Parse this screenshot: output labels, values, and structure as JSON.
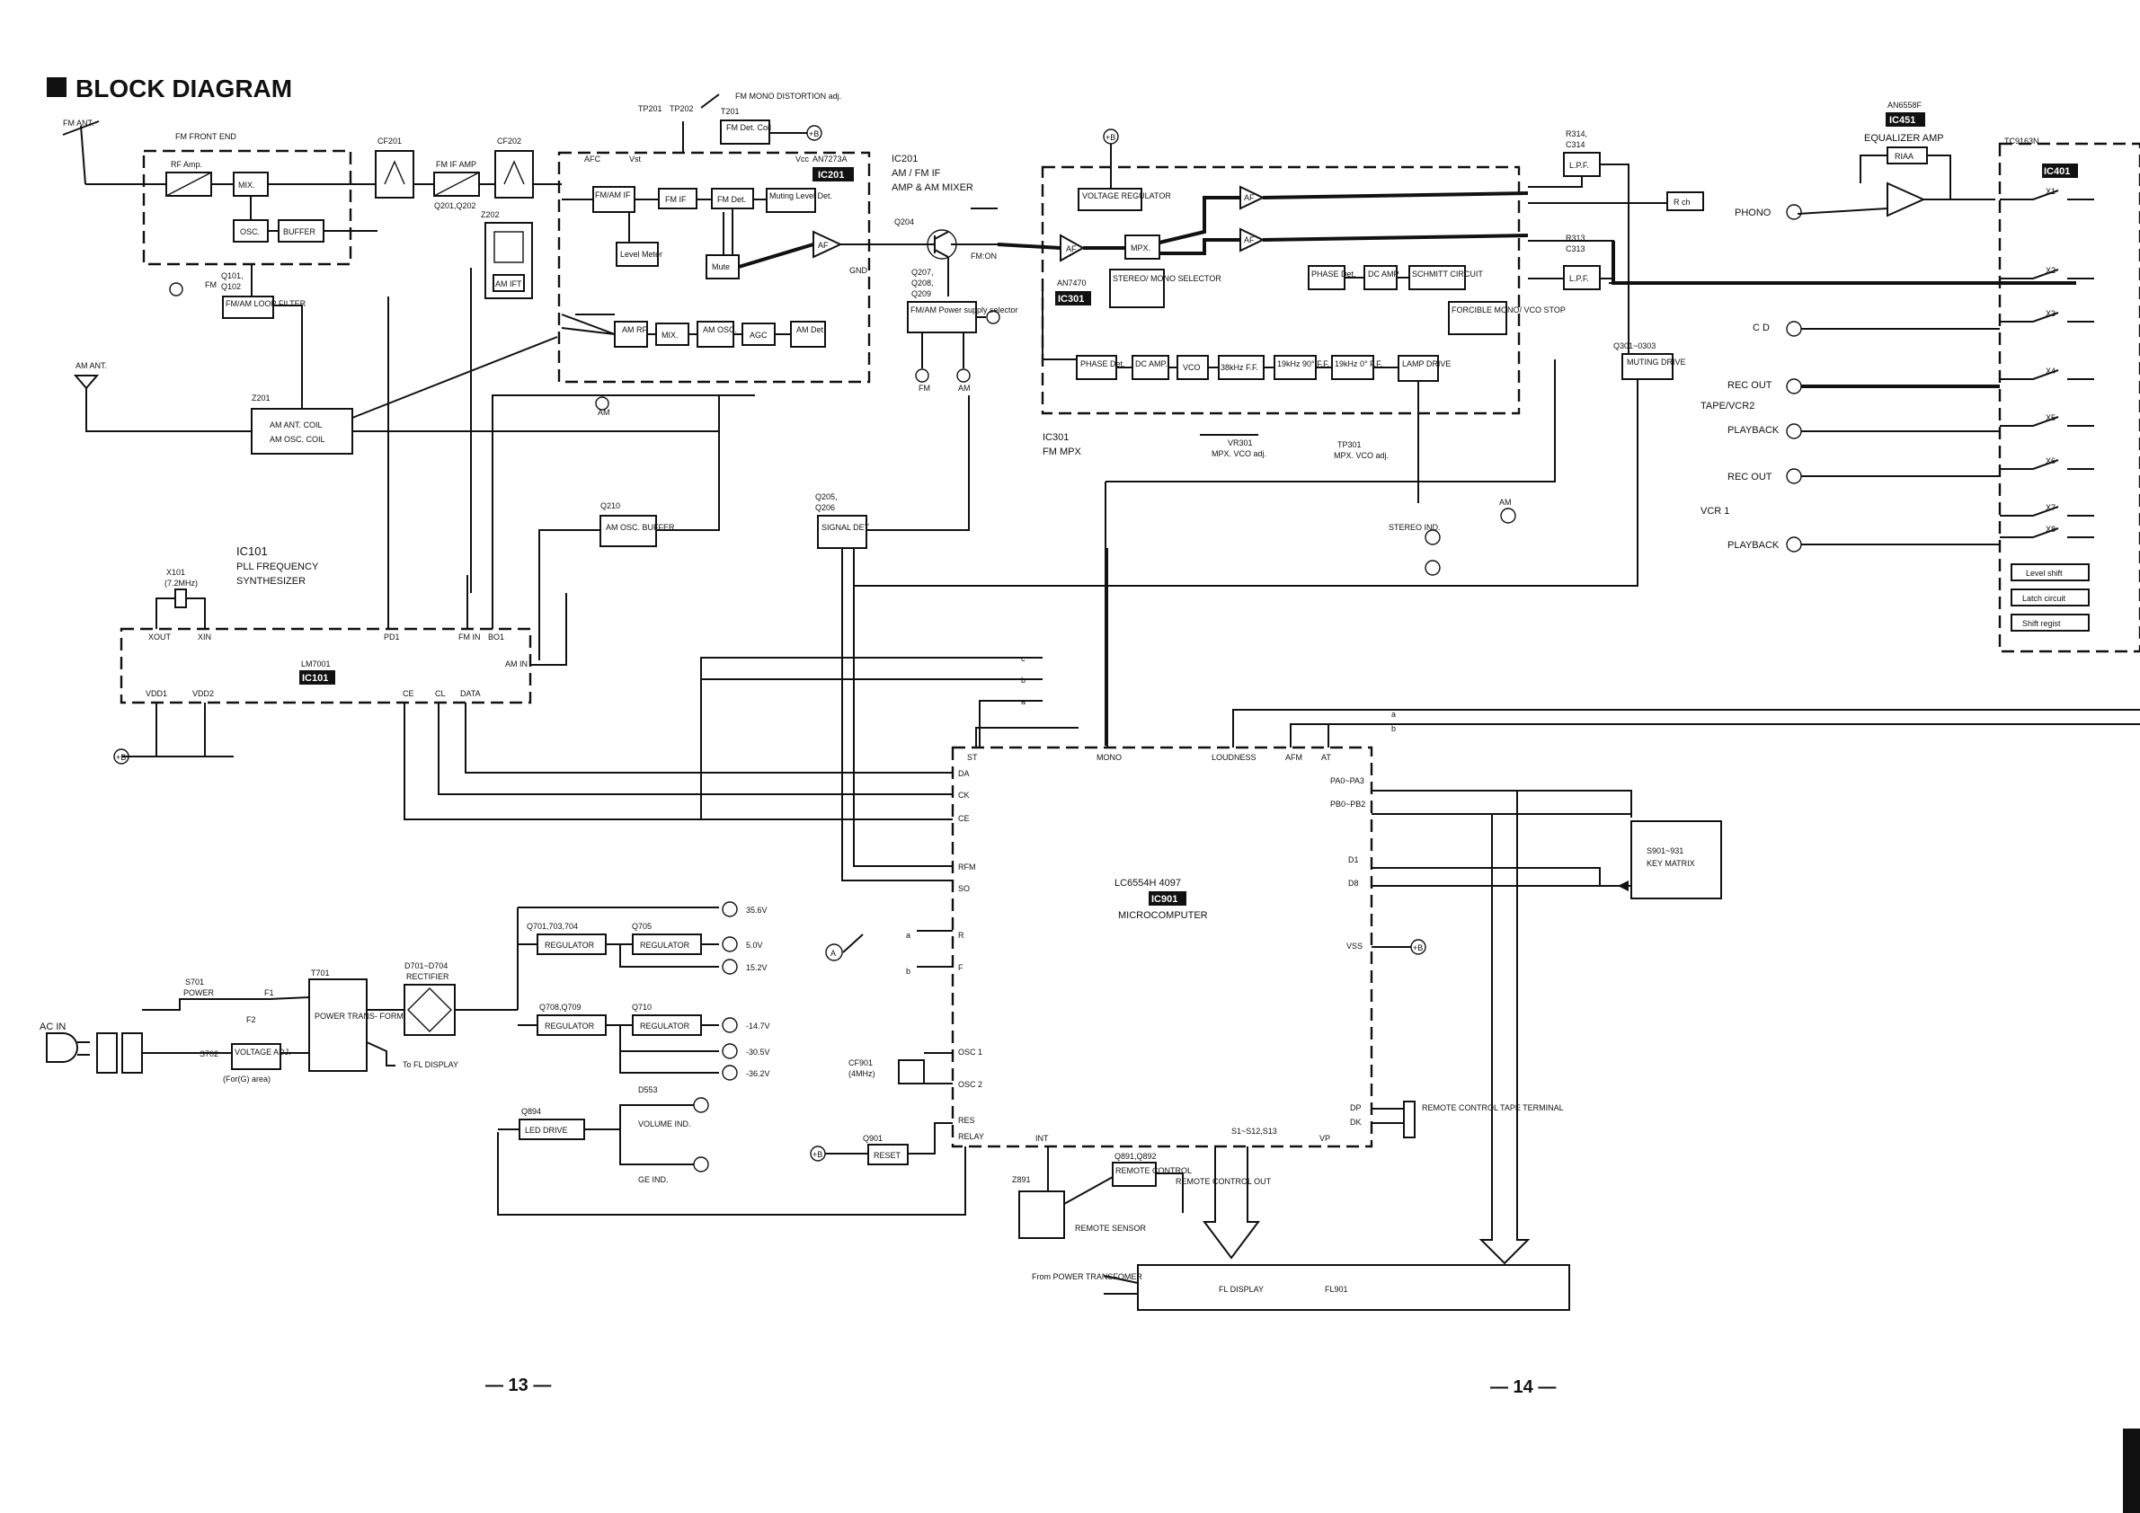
{
  "title": "BLOCK DIAGRAM",
  "pages": {
    "left": "— 13 —",
    "right": "— 14 —"
  },
  "fm_front_end": {
    "ant": "FM ANT.",
    "label": "FM FRONT END",
    "rf": "RF Amp.",
    "mix": "MIX.",
    "osc": "OSC.",
    "buffer": "BUFFER",
    "q101": "Q101,",
    "q102": "Q102",
    "fm": "FM"
  },
  "filters": {
    "cf201": "CF201",
    "cf202": "CF202",
    "fmif": "FM IF AMP",
    "q201": "Q201,Q202",
    "z202": "Z202",
    "amift": "AM IFT",
    "fmloop": "FM/AM LOOP FILTER"
  },
  "ic201": {
    "chip": "AN7273A",
    "badge": "IC201",
    "name": "IC201",
    "desc1": "AM / FM IF",
    "desc2": "AMP & AM MIXER",
    "fmamif": "FM/AM IF",
    "fmif": "FM IF",
    "fmdet": "FM Det.",
    "muting": "Muting Level Det.",
    "level": "Level Meter",
    "mute": "Mute",
    "af": "AF",
    "amrf": "AM RF",
    "mix": "MIX.",
    "amosc": "AM OSC.",
    "agc": "AGC",
    "amdet": "AM Det.",
    "am": "AM",
    "afc": "AFC",
    "vst": "Vst",
    "vcc": "Vcc",
    "gnd": "GND"
  },
  "tp": {
    "tp201": "TP201",
    "tp202": "TP202",
    "t201": "T201",
    "fmdetcoil": "FM Det. Coil",
    "distortion": "FM MONO DISTORTION adj."
  },
  "q204": {
    "name": "Q204",
    "q207": "Q207,",
    "q208": "Q208,",
    "q209": "Q209",
    "fmon": "FM:ON",
    "psel": "FM/AM Power supply selector",
    "fm": "FM",
    "am": "AM"
  },
  "am_ant": {
    "ant": "AM ANT.",
    "z201": "Z201",
    "coil1": "AM ANT. COIL",
    "coil2": "AM OSC. COIL"
  },
  "q210": {
    "name": "Q210",
    "buf": "AM OSC. BUFFER"
  },
  "ic101": {
    "name": "IC101",
    "desc1": "PLL FREQUENCY",
    "desc2": "SYNTHESIZER",
    "chip": "LM7001",
    "badge": "IC101",
    "x101": "X101",
    "xtal": "(7.2MHz)",
    "xout": "XOUT",
    "xin": "XIN",
    "pd1": "PD1",
    "fmin": "FM IN",
    "bo1": "BO1",
    "amin": "AM IN",
    "vdd1": "VDD1",
    "vdd2": "VDD2",
    "ce": "CE",
    "cl": "CL",
    "data": "DATA"
  },
  "ic301": {
    "chip": "AN7470",
    "badge": "IC301",
    "name": "IC301",
    "desc": "FM MPX",
    "vreg": "VOLTAGE REGULATOR",
    "af": "AF",
    "mpx": "MPX.",
    "stereo": "STEREO/ MONO SELECTOR",
    "phase": "PHASE Det.",
    "dc": "DC AMP",
    "schmitt": "SCHMITT CIRCUIT",
    "forcible": "FORCIBLE MONO/ VCO STOP",
    "phase2": "PHASE Det.",
    "dcamp": "DC AMP.",
    "vco": "VCO",
    "ff38": "38kHz F.F.",
    "ff19": "19kHz 90° F.F.",
    "ff19b": "19kHz 0° F.F.",
    "lamp": "LAMP DRIVE",
    "vr301": "VR301",
    "vcoadj": "MPX. VCO adj.",
    "tp301": "TP301",
    "tpadj": "MPX. VCO adj.",
    "stereo_ind": "STEREO IND.",
    "am": "AM"
  },
  "lpf": {
    "r314": "R314,",
    "c314": "C314",
    "lpf": "L.P.F.",
    "r313": "R313,",
    "c313": "C313",
    "rch": "R ch",
    "q301": "Q301~0303",
    "muting": "MUTING DRIVE"
  },
  "q205": {
    "name": "Q205,",
    "q206": "Q206",
    "sig": "SIGNAL DET."
  },
  "ic451": {
    "chip": "AN6558F",
    "badge": "IC451",
    "desc": "EQUALIZER AMP",
    "riaa": "RIAA"
  },
  "ic401": {
    "chip": "TC9163N",
    "badge": "IC401",
    "level": "Level shift",
    "latch": "Latch circuit",
    "shift": "Shift regist"
  },
  "inputs": {
    "phono": "PHONO",
    "cd": "C D",
    "recout": "REC OUT",
    "tape": "TAPE/VCR2",
    "playback": "PLAYBACK",
    "recout2": "REC OUT",
    "vcr1": "VCR 1",
    "playback2": "PLAYBACK"
  },
  "switches": [
    "X1",
    "X2",
    "X3",
    "X4",
    "X5",
    "X6",
    "X7",
    "X8"
  ],
  "ic901": {
    "chip": "LC6554H 4097",
    "badge": "IC901",
    "desc": "MICROCOMPUTER",
    "st": "ST",
    "mono": "MONO",
    "loudness": "LOUDNESS",
    "afm": "AFM",
    "at": "AT",
    "da": "DA",
    "ck": "CK",
    "ce": "CE",
    "rfm": "RFM",
    "so": "SO",
    "r": "R",
    "f": "F",
    "osc1": "OSC 1",
    "osc2": "OSC 2",
    "res": "RES",
    "relay": "RELAY",
    "pa": "PA0~PA3",
    "pb": "PB0~PB2",
    "d1": "D1",
    "d8": "D8",
    "vss": "VSS",
    "dp": "DP",
    "dk": "DK",
    "int": "INT",
    "s1": "S1~S12,S13",
    "vp": "VP"
  },
  "keys": {
    "s901": "S901~931",
    "matrix": "KEY MATRIX"
  },
  "remote": {
    "terminal": "REMOTE CONTROL TAPE TERMINAL",
    "q891": "Q891,Q892",
    "rc": "REMOTE CONTROL",
    "rcout": "REMOTE CONTROL OUT",
    "z891": "Z891",
    "sensor": "REMOTE SENSOR"
  },
  "cf901": {
    "name": "CF901",
    "freq": "(4MHz)"
  },
  "power": {
    "acin": "AC IN",
    "s701": "S701",
    "pwr": "POWER",
    "f1": "F1",
    "f2": "F2",
    "s702": "S702",
    "vadj": "VOLTAGE ADJ.",
    "area": "(For(G) area)",
    "t701": "T701",
    "trans": "POWER TRANS- FORMER",
    "d701": "D701~D704",
    "rect": "RECTIFIER",
    "q701": "Q701,703,704",
    "reg1": "REGULATOR",
    "q705": "Q705",
    "reg2": "REGULATOR",
    "q708": "Q708,Q709",
    "reg3": "REGULATOR",
    "q710": "Q710",
    "reg4": "REGULATOR",
    "v1": "35.6V",
    "v2": "5.0V",
    "v3": "15.2V",
    "v4": "-14.7V",
    "v5": "-30.5V",
    "v6": "-36.2V",
    "tofl": "To FL DISPLAY"
  },
  "led": {
    "q894": "Q894",
    "drive": "LED DRIVE",
    "d553": "D553",
    "vol": "VOLUME IND.",
    "ge": "GE IND."
  },
  "reset": {
    "q901": "Q901",
    "label": "RESET"
  },
  "fl": {
    "from": "From POWER TRANSFOMER",
    "display": "FL DISPLAY",
    "id": "FL901"
  },
  "a_marker": "A",
  "buses": {
    "a": "a",
    "b": "b",
    "c": "c"
  },
  "supply": "+B"
}
